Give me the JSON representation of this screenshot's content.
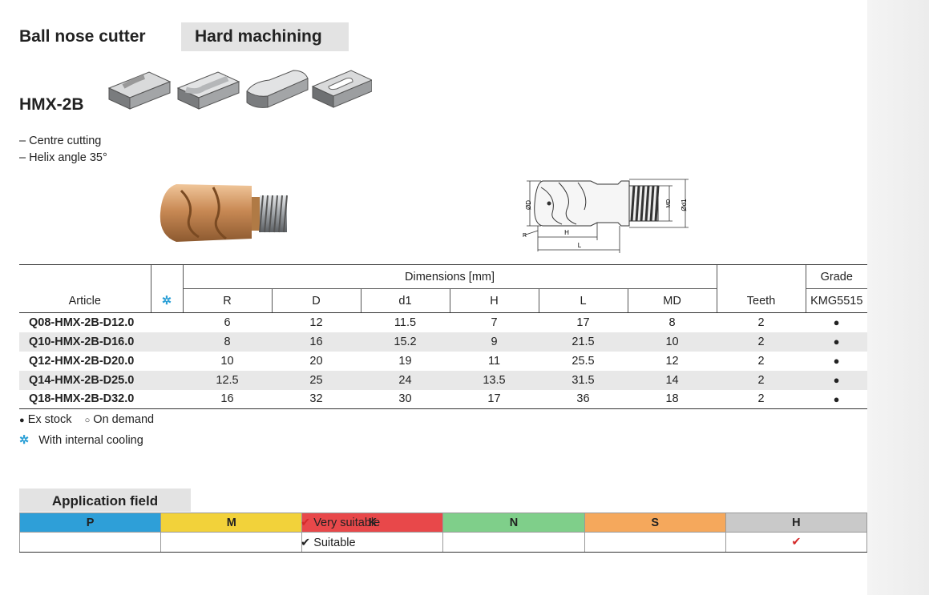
{
  "header": {
    "title": "Ball nose cutter",
    "category": "Hard machining",
    "model": "HMX-2B"
  },
  "features": [
    "– Centre cutting",
    "– Helix angle 35°"
  ],
  "drawing_labels": {
    "d_label": "ØD",
    "d1_label": "Ød1",
    "md_label": "MD",
    "r_label": "R",
    "h_label": "H",
    "l_label": "L"
  },
  "table": {
    "article_header": "Article",
    "cooling_symbol": "✲",
    "dimensions_header": "Dimensions [mm]",
    "dim_columns": [
      "R",
      "D",
      "d1",
      "H",
      "L",
      "MD"
    ],
    "teeth_header": "Teeth",
    "grade_header": "Grade",
    "grade_name": "KMG5515",
    "rows": [
      {
        "article": "Q08-HMX-2B-D12.0",
        "R": "6",
        "D": "12",
        "d1": "11.5",
        "H": "7",
        "L": "17",
        "MD": "8",
        "teeth": "2",
        "grade": "●"
      },
      {
        "article": "Q10-HMX-2B-D16.0",
        "R": "8",
        "D": "16",
        "d1": "15.2",
        "H": "9",
        "L": "21.5",
        "MD": "10",
        "teeth": "2",
        "grade": "●"
      },
      {
        "article": "Q12-HMX-2B-D20.0",
        "R": "10",
        "D": "20",
        "d1": "19",
        "H": "11",
        "L": "25.5",
        "MD": "12",
        "teeth": "2",
        "grade": "●"
      },
      {
        "article": "Q14-HMX-2B-D25.0",
        "R": "12.5",
        "D": "25",
        "d1": "24",
        "H": "13.5",
        "L": "31.5",
        "MD": "14",
        "teeth": "2",
        "grade": "●"
      },
      {
        "article": "Q18-HMX-2B-D32.0",
        "R": "16",
        "D": "32",
        "d1": "30",
        "H": "17",
        "L": "36",
        "MD": "18",
        "teeth": "2",
        "grade": "●"
      }
    ]
  },
  "legend": {
    "ex_stock_symbol": "●",
    "ex_stock": "Ex stock",
    "on_demand_symbol": "○",
    "on_demand": "On demand",
    "cooling_symbol": "✲",
    "cooling": "With internal cooling"
  },
  "application_field": {
    "title": "Application field",
    "materials": [
      {
        "label": "P",
        "color": "#2e9fd8",
        "mark": ""
      },
      {
        "label": "M",
        "color": "#f2d23a",
        "mark": ""
      },
      {
        "label": "K",
        "color": "#e8484a",
        "mark": ""
      },
      {
        "label": "N",
        "color": "#7fcf8a",
        "mark": ""
      },
      {
        "label": "S",
        "color": "#f5a85c",
        "mark": ""
      },
      {
        "label": "H",
        "color": "#c9c9c9",
        "mark": "✔"
      }
    ],
    "very_suitable_symbol": "✔",
    "very_suitable": "Very suitable",
    "suitable_symbol": "✔",
    "suitable": "Suitable"
  }
}
